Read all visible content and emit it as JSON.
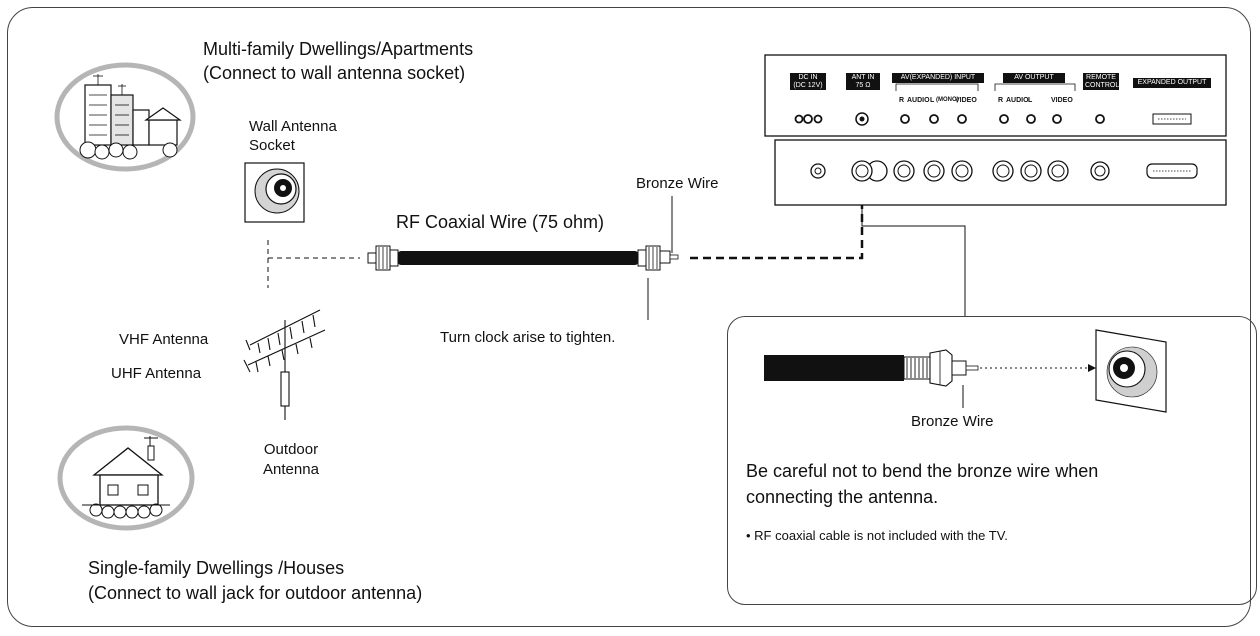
{
  "apartments": {
    "title_line1": "Multi-family Dwellings/Apartments",
    "title_line2": "(Connect to wall antenna socket)",
    "socket_line1": "Wall Antenna",
    "socket_line2": "Socket"
  },
  "houses": {
    "title_line1": "Single-family Dwellings /Houses",
    "title_line2": "(Connect to wall jack for outdoor antenna)",
    "antenna_line1": "Outdoor",
    "antenna_line2": "Antenna",
    "vhf_label": "VHF Antenna",
    "uhf_label": "UHF Antenna"
  },
  "cable": {
    "title": "RF Coaxial Wire (75 ohm)",
    "bronze_wire": "Bronze Wire",
    "tighten_note": "Turn clock arise to tighten."
  },
  "tv_panel": {
    "dc_in": [
      "DC IN",
      "(DC 12V)"
    ],
    "ant_in": [
      "ANT IN",
      "75 Ω"
    ],
    "av_input": "AV(EXPANDED) INPUT",
    "av_output": "AV OUTPUT",
    "remote": [
      "REMOTE",
      "CONTROL"
    ],
    "expanded_output": "EXPANDED OUTPUT",
    "in_audio": "AUDIO",
    "in_mono": "(MONO)",
    "in_video": "VIDEO",
    "out_audio": "AUDIO",
    "out_video": "VIDEO",
    "r_mark": "R",
    "l_mark": "L"
  },
  "inset": {
    "bronze_wire": "Bronze Wire",
    "caution_line1": "Be careful not to bend the bronze wire when",
    "caution_line2": "connecting the antenna.",
    "note": "• RF coaxial cable is not included with the TV."
  },
  "colors": {
    "ink": "#111111",
    "badge_grey": "#b5b5b5",
    "building_grey": "#cfcfcf"
  },
  "icons": [
    "apartment-building-icon",
    "house-icon",
    "wall-socket-icon",
    "roof-antenna-icon",
    "coax-cable-icon",
    "tv-rear-panel-icon"
  ]
}
